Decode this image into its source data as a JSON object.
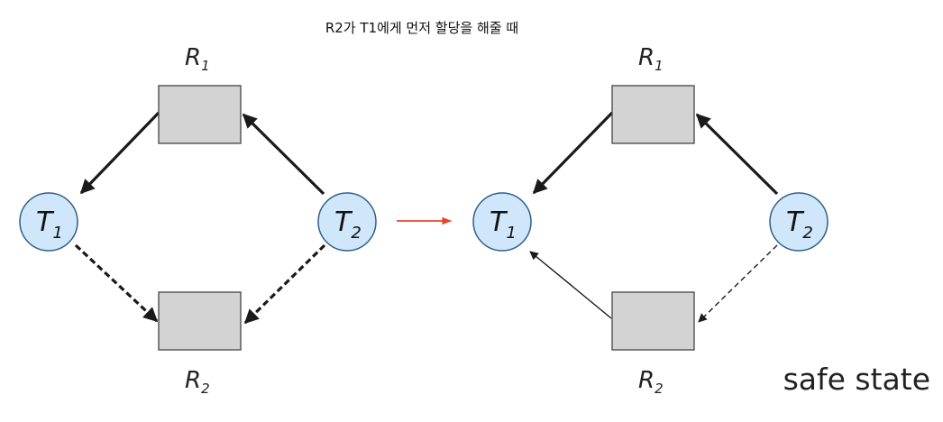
{
  "caption": "R2가 T1에게 먼저 할당을 해줄 때",
  "state_label": "safe state",
  "left_graph": {
    "resources": [
      {
        "id": "R1",
        "letter": "R",
        "sub": "1"
      },
      {
        "id": "R2",
        "letter": "R",
        "sub": "2"
      }
    ],
    "threads": [
      {
        "id": "T1",
        "letter": "T",
        "sub": "1"
      },
      {
        "id": "T2",
        "letter": "T",
        "sub": "2"
      }
    ],
    "edges": [
      {
        "from": "R1",
        "to": "T1",
        "kind": "assignment"
      },
      {
        "from": "T2",
        "to": "R1",
        "kind": "request"
      },
      {
        "from": "T1",
        "to": "R2",
        "kind": "claim"
      },
      {
        "from": "T2",
        "to": "R2",
        "kind": "claim"
      }
    ]
  },
  "right_graph": {
    "resources": [
      {
        "id": "R1",
        "letter": "R",
        "sub": "1"
      },
      {
        "id": "R2",
        "letter": "R",
        "sub": "2"
      }
    ],
    "threads": [
      {
        "id": "T1",
        "letter": "T",
        "sub": "1"
      },
      {
        "id": "T2",
        "letter": "T",
        "sub": "2"
      }
    ],
    "edges": [
      {
        "from": "R1",
        "to": "T1",
        "kind": "assignment"
      },
      {
        "from": "T2",
        "to": "R1",
        "kind": "request"
      },
      {
        "from": "R2",
        "to": "T1",
        "kind": "assignment"
      },
      {
        "from": "T2",
        "to": "R2",
        "kind": "claim"
      }
    ]
  },
  "transition_arrow": {
    "color": "#e8452c"
  },
  "colors": {
    "thread_fill": "#cfe6fb",
    "thread_stroke": "#2f5f8a",
    "resource_fill": "#d3d3d3",
    "resource_stroke": "#444444",
    "edge": "#1a1a1a"
  }
}
